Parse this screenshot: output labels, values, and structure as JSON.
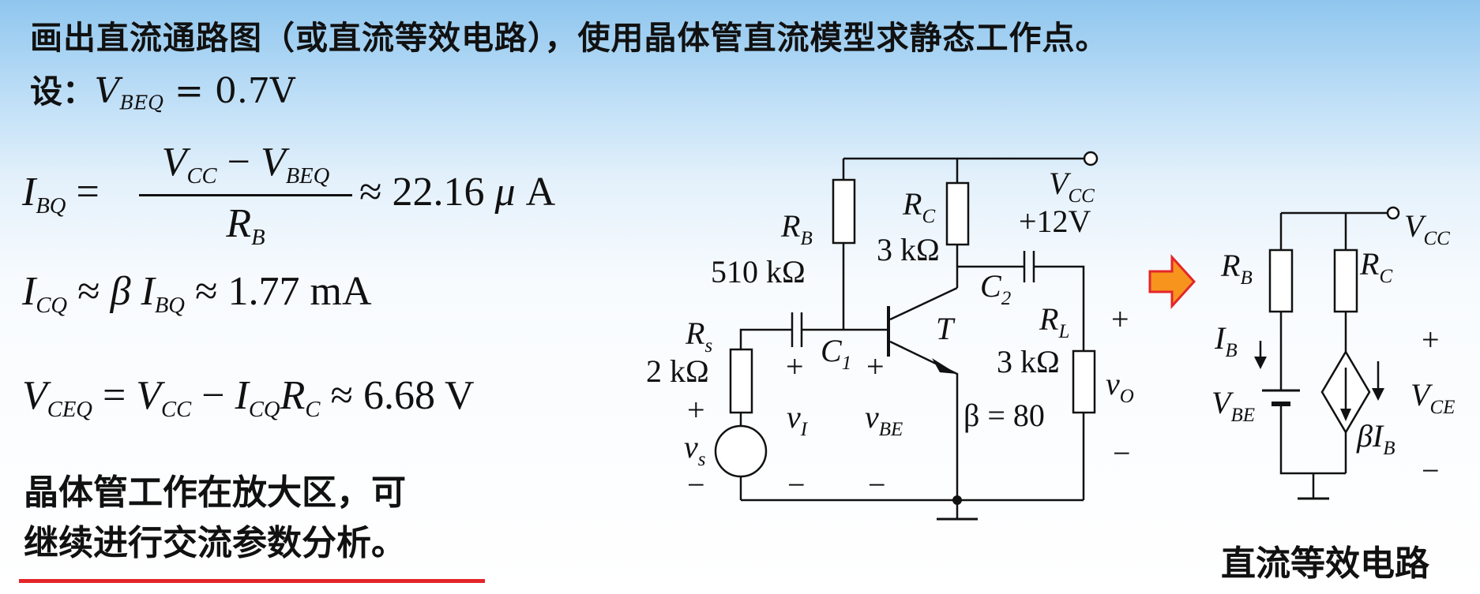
{
  "slide": {
    "heading": "画出直流通路图（或直流等效电路），使用晶体管直流模型求静态工作点。",
    "assume_label": "设：",
    "assume_vbeq": "0.7",
    "formulas": {
      "ibq_value": "22.16",
      "ibq_unit": "μ A",
      "icq_value": "1.77",
      "icq_unit": "mA",
      "vceq_value": "6.68",
      "vceq_unit": "V"
    },
    "conclusion_line1": "晶体管工作在放大区，可",
    "conclusion_line2": "继续进行交流参数分析。",
    "dc_equivalent_title": "直流等效电路"
  },
  "circuit": {
    "rb_value": "510 kΩ",
    "rc_value": "3 kΩ",
    "rs_value": "2 kΩ",
    "rl_value": "3 kΩ",
    "vcc_value": "+12V",
    "transistor": "T",
    "beta": "β = 80",
    "plus": "+",
    "minus": "−"
  },
  "colors": {
    "accent_underline": "#e3262b",
    "arrow_fill": "#f7941d",
    "arrow_stroke": "#e3262b"
  },
  "icons": {
    "right_arrow": "right-arrow-icon",
    "ground": "ground-icon"
  }
}
